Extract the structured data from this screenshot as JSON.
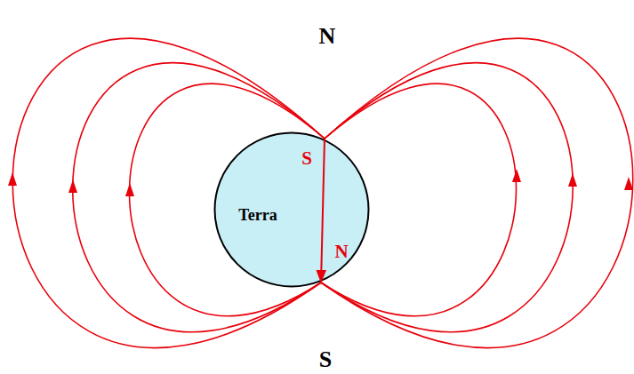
{
  "diagram": {
    "nodes": [
      {
        "text": [
          "Terra"
        ]
      }
    ],
    "labels": [
      "N",
      "S",
      "N",
      "S"
    ]
  }
}
